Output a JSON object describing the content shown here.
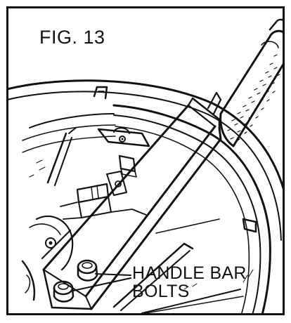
{
  "figure": {
    "label": "FIG. 13",
    "callout_line1": "HANDLE BAR",
    "callout_line2": "BOLTS"
  },
  "colors": {
    "ink": "#111111",
    "paper": "#ffffff"
  }
}
